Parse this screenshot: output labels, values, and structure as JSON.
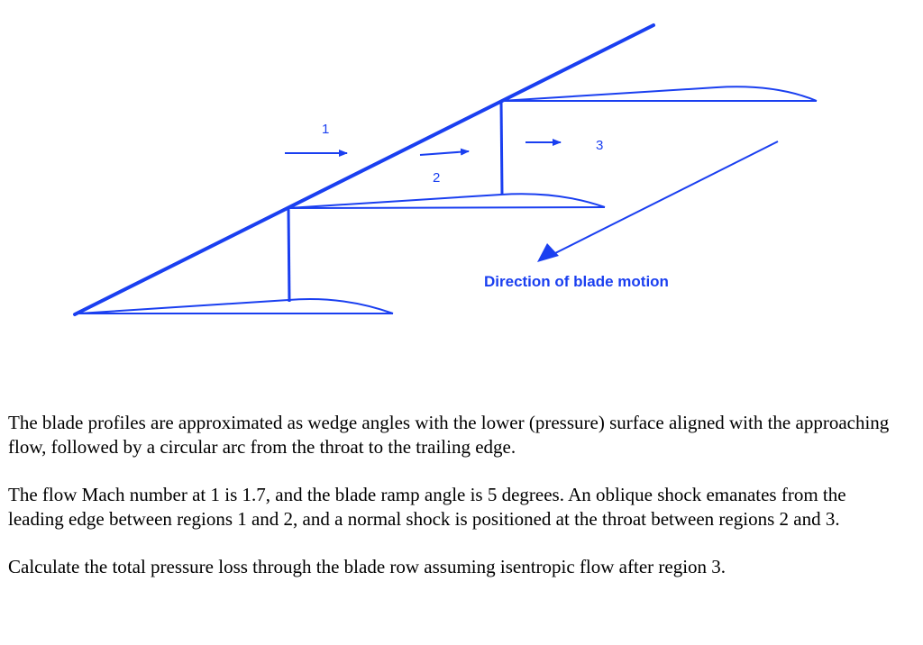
{
  "colors": {
    "diagram": "#1a3ff0",
    "text": "#000000"
  },
  "diagram": {
    "region_labels": [
      "1",
      "2",
      "3"
    ],
    "caption": "Direction of blade motion"
  },
  "paragraphs": [
    "The blade profiles are approximated as wedge angles with the lower (pressure) surface aligned with the approaching flow, followed by a circular arc from the throat to the trailing edge.",
    "The flow Mach number at 1 is 1.7, and the blade ramp angle is 5 degrees. An oblique shock emanates from the leading edge between regions 1 and 2, and a normal shock is positioned at the throat between regions 2 and 3.",
    "Calculate the total pressure loss through the blade row assuming isentropic flow after region 3."
  ]
}
